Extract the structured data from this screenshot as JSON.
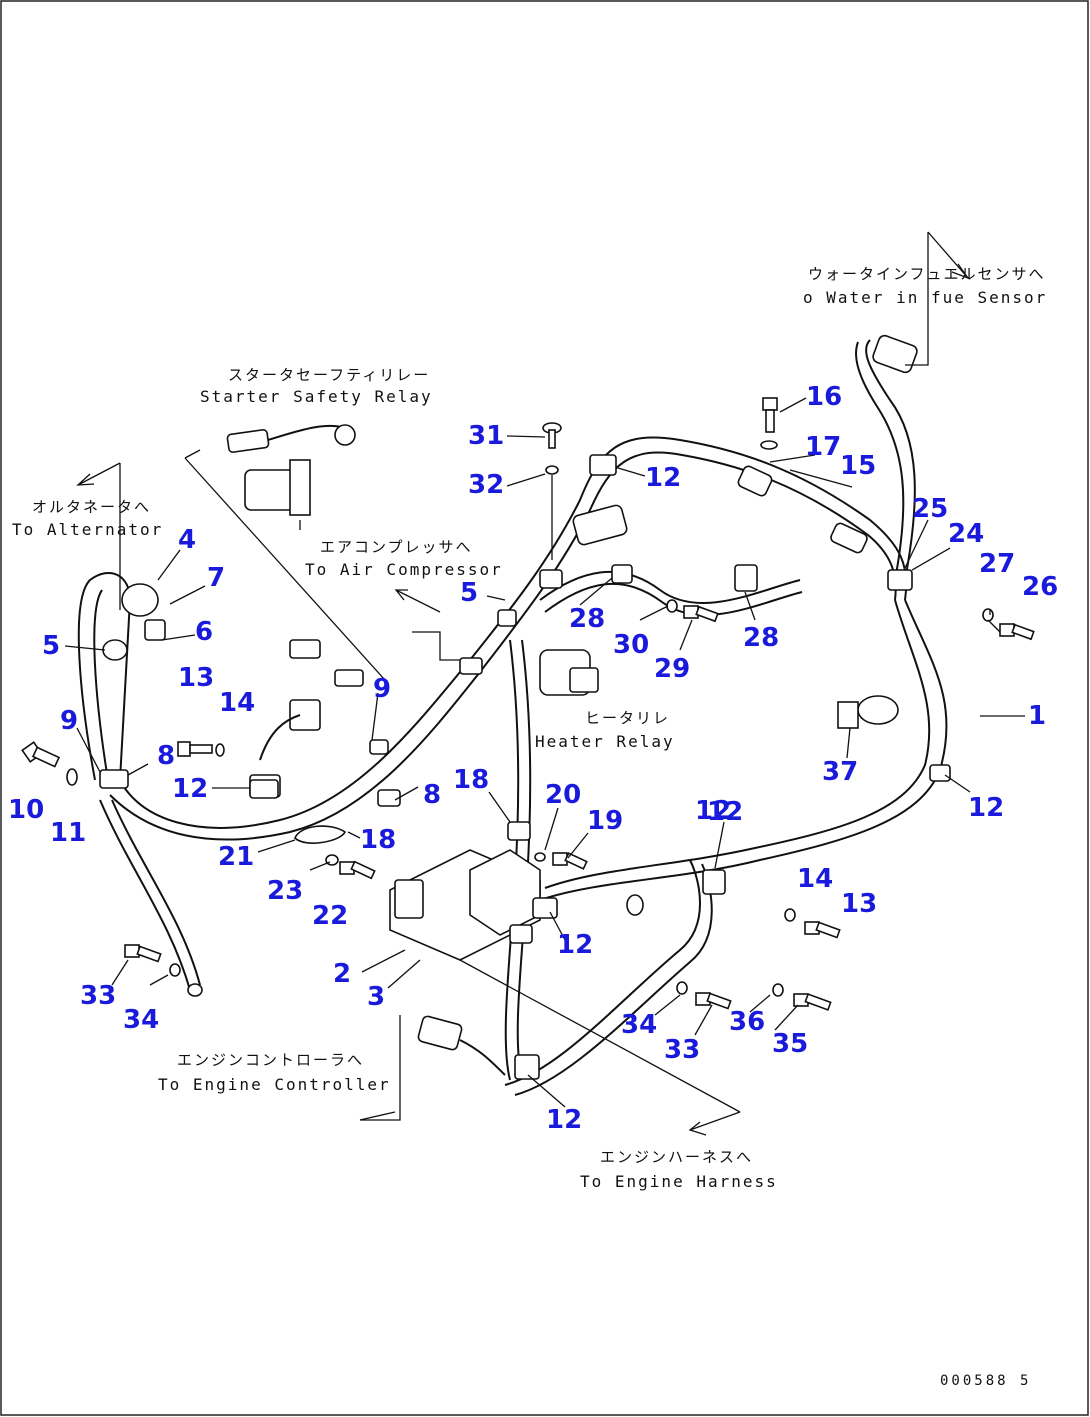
{
  "colors": {
    "part_number": "#1a1adc",
    "line": "#111111",
    "background": "#ffffff"
  },
  "labels": {
    "water_in_fuel_jp": "ウォータインフュエルセンサへ",
    "water_in_fuel_en": "o Water in fue  Sensor",
    "starter_relay_jp": "スタータセーフティリレー",
    "starter_relay_en": "Starter Safety Relay",
    "alternator_jp": "オルタネータへ",
    "alternator_en": "To Alternator",
    "air_compressor_jp": "エアコンプレッサへ",
    "air_compressor_en": "To Air Compressor",
    "heater_relay_jp": "ヒータリレ",
    "heater_relay_en": "Heater Relay",
    "engine_controller_jp": "エンジンコントローラへ",
    "engine_controller_en": "To Engine Controller",
    "engine_harness_jp": "エンジンハーネスへ",
    "engine_harness_en": "To Engine Harness"
  },
  "reference_code": "000588 5",
  "part_numbers": [
    "1",
    "2",
    "3",
    "4",
    "5",
    "5",
    "6",
    "7",
    "8",
    "8",
    "9",
    "9",
    "10",
    "11",
    "12",
    "12",
    "12",
    "12",
    "12",
    "12",
    "12",
    "13",
    "13",
    "14",
    "14",
    "15",
    "16",
    "17",
    "18",
    "18",
    "19",
    "20",
    "21",
    "22",
    "23",
    "24",
    "25",
    "26",
    "27",
    "28",
    "28",
    "29",
    "30",
    "31",
    "32",
    "33",
    "33",
    "34",
    "34",
    "35",
    "36",
    "37"
  ]
}
